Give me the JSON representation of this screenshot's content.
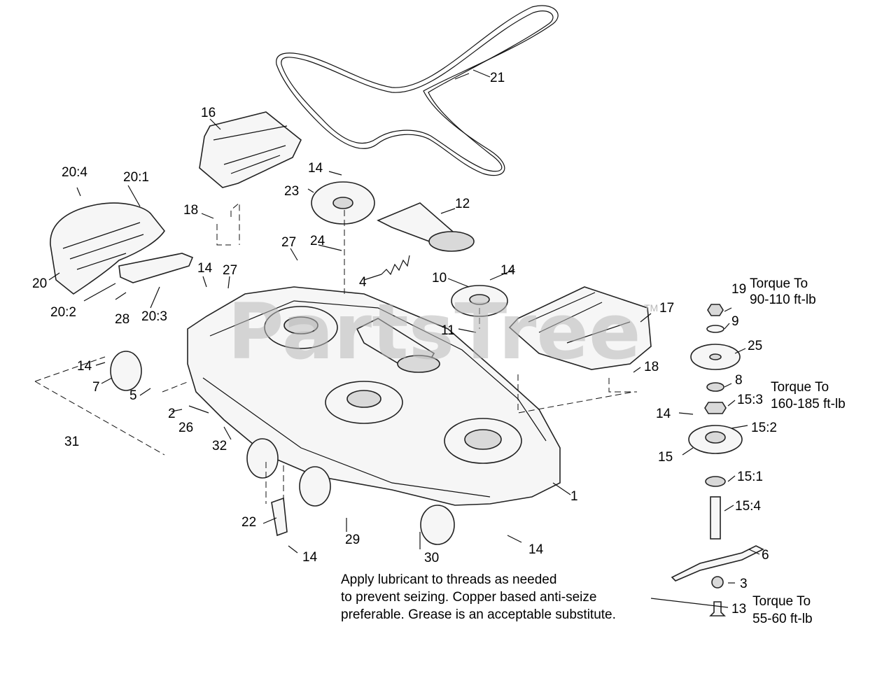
{
  "watermark": "PartsTree",
  "watermark_tm": "TM",
  "callouts": {
    "c1": "1",
    "c2": "2",
    "c3": "3",
    "c4": "4",
    "c5": "5",
    "c6": "6",
    "c7": "7",
    "c8": "8",
    "c9": "9",
    "c10": "10",
    "c11": "11",
    "c12": "12",
    "c13": "13",
    "c14a": "14",
    "c14b": "14",
    "c14c": "14",
    "c14d": "14",
    "c14e": "14",
    "c14f": "14",
    "c14g": "14",
    "c15": "15",
    "c15_1": "15:1",
    "c15_2": "15:2",
    "c15_3": "15:3",
    "c15_4": "15:4",
    "c16": "16",
    "c17": "17",
    "c18a": "18",
    "c18b": "18",
    "c19": "19",
    "c20": "20",
    "c20_1": "20:1",
    "c20_2": "20:2",
    "c20_3": "20:3",
    "c20_4": "20:4",
    "c21": "21",
    "c22": "22",
    "c23": "23",
    "c24": "24",
    "c25": "25",
    "c26": "26",
    "c27a": "27",
    "c27b": "27",
    "c28": "28",
    "c29": "29",
    "c30": "30",
    "c31": "31",
    "c32": "32"
  },
  "torque": {
    "t19_line1": "Torque To",
    "t19_line2": "90-110 ft-lb",
    "t15_line1": "Torque To",
    "t15_line2": "160-185 ft-lb",
    "t13_line1": "Torque To",
    "t13_line2": "55-60 ft-lb"
  },
  "note": {
    "line1": "Apply lubricant to threads as needed",
    "line2": "to prevent seizing. Copper based anti-seize",
    "line3": "preferable. Grease is an acceptable substitute."
  }
}
